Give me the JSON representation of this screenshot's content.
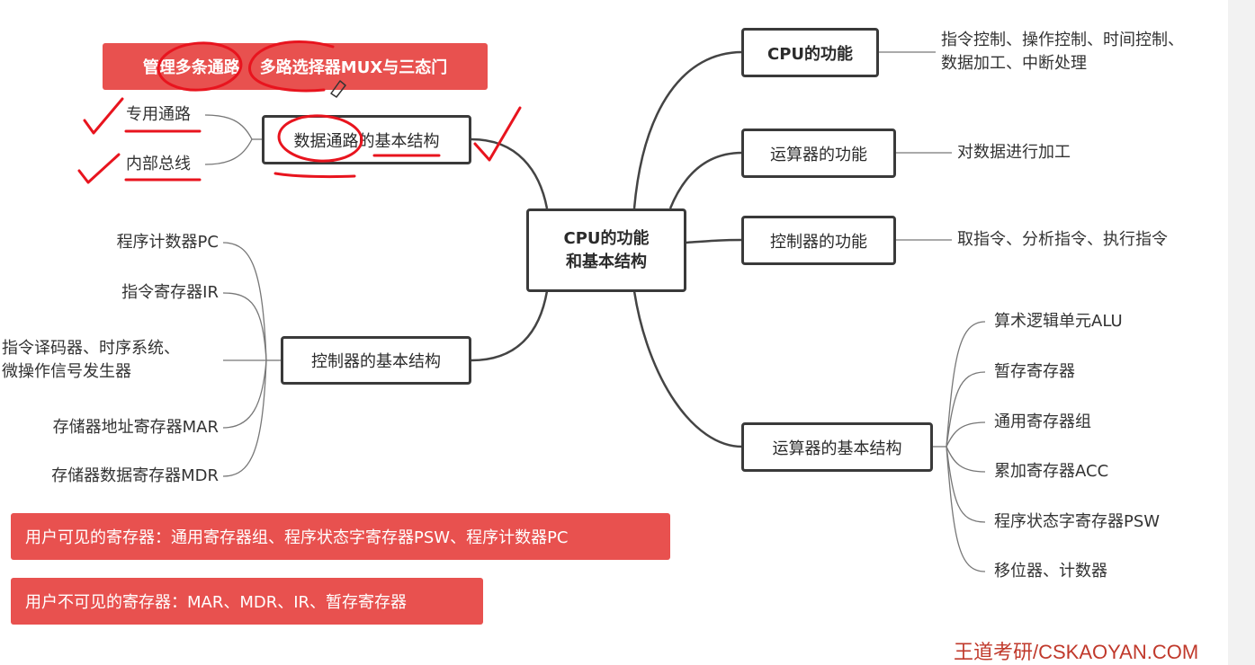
{
  "center": {
    "line1": "CPU的功能",
    "line2": "和基本结构"
  },
  "right_nodes": [
    {
      "label": "CPU的功能",
      "detail_line1": "指令控制、操作控制、时间控制、",
      "detail_line2": "数据加工、中断处理"
    },
    {
      "label": "运算器的功能",
      "detail": "对数据进行加工"
    },
    {
      "label": "控制器的功能",
      "detail": "取指令、分析指令、执行指令"
    }
  ],
  "alu_structure": {
    "label": "运算器的基本结构",
    "items": [
      "算术逻辑单元ALU",
      "暂存寄存器",
      "通用寄存器组",
      "累加寄存器ACC",
      "程序状态字寄存器PSW",
      "移位器、计数器"
    ]
  },
  "datapath": {
    "label": "数据通路的基本结构",
    "items": [
      "专用通路",
      "内部总线"
    ]
  },
  "control_structure": {
    "label": "控制器的基本结构",
    "items": [
      "程序计数器PC",
      "指令寄存器IR",
      "指令译码器、时序系统、",
      "微操作信号发生器",
      "存储器地址寄存器MAR",
      "存储器数据寄存器MDR"
    ]
  },
  "notes": {
    "top": {
      "part1": "管理",
      "part2": "多条通路",
      "part3": "多路选择器MUX与三态门"
    },
    "visible": "用户可见的寄存器：通用寄存器组、程序状态字寄存器PSW、程序计数器PC",
    "invisible": "用户不可见的寄存器：MAR、MDR、IR、暂存寄存器"
  },
  "footer": "王道考研/CSKAOYAN.COM",
  "colors": {
    "accent_red": "#e8514f",
    "ink_red": "#e8141e",
    "border": "#3a3a3a"
  }
}
